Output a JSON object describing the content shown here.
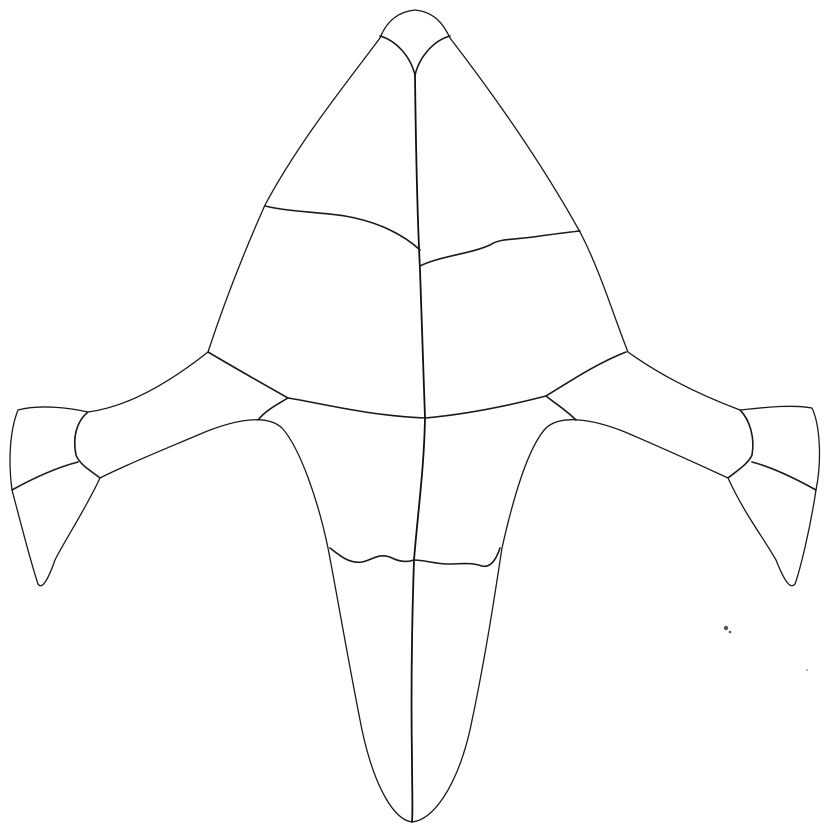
{
  "figure": {
    "background": "#ffffff",
    "line_color": "#1a1a1a",
    "parts": [
      "outline",
      "head-plate",
      "upper-suture",
      "middle-suture",
      "lower-suture",
      "left-wing",
      "right-wing",
      "midline"
    ]
  }
}
